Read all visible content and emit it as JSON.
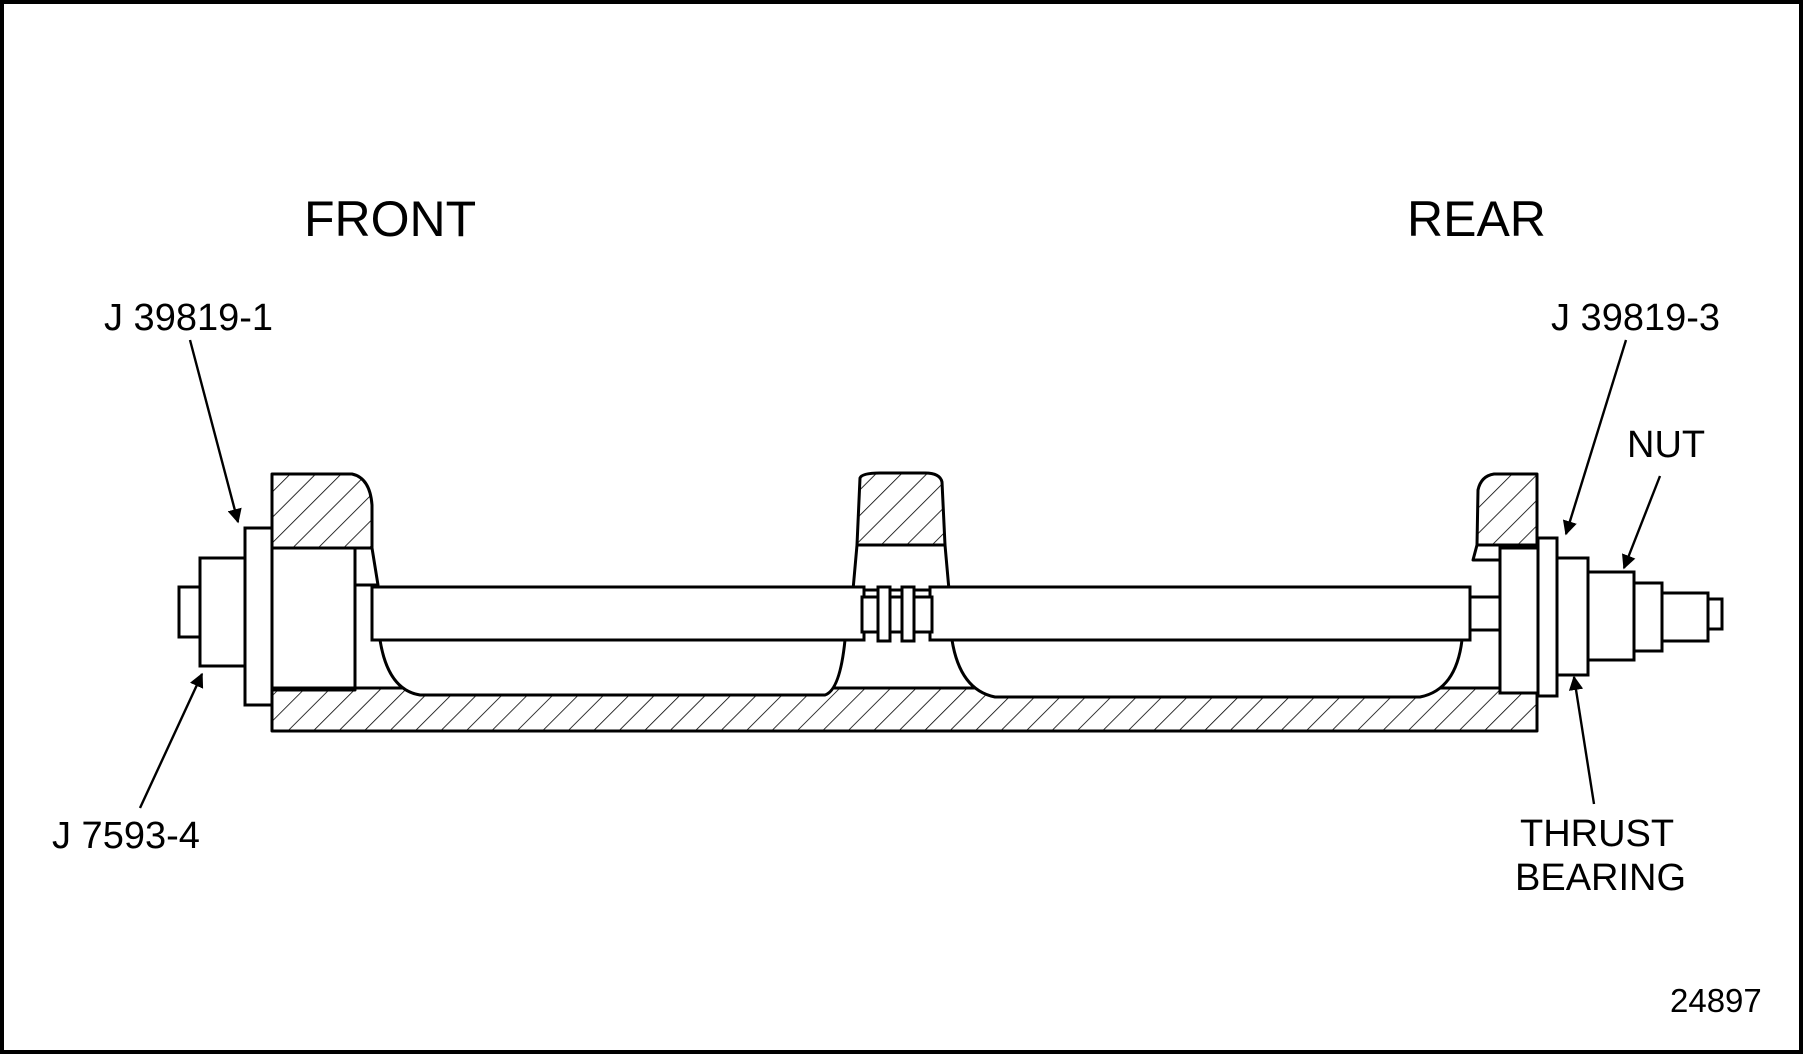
{
  "colors": {
    "line": "#000000",
    "background": "#ffffff"
  },
  "labels": {
    "front": "FRONT",
    "rear": "REAR",
    "tool_front_adapter": "J 39819-1",
    "tool_front_remover": "J 7593-4",
    "tool_rear_adapter": "J 39819-3",
    "nut": "NUT",
    "thrust_bearing_line1": "THRUST",
    "thrust_bearing_line2": "BEARING",
    "figure_number": "24897"
  }
}
